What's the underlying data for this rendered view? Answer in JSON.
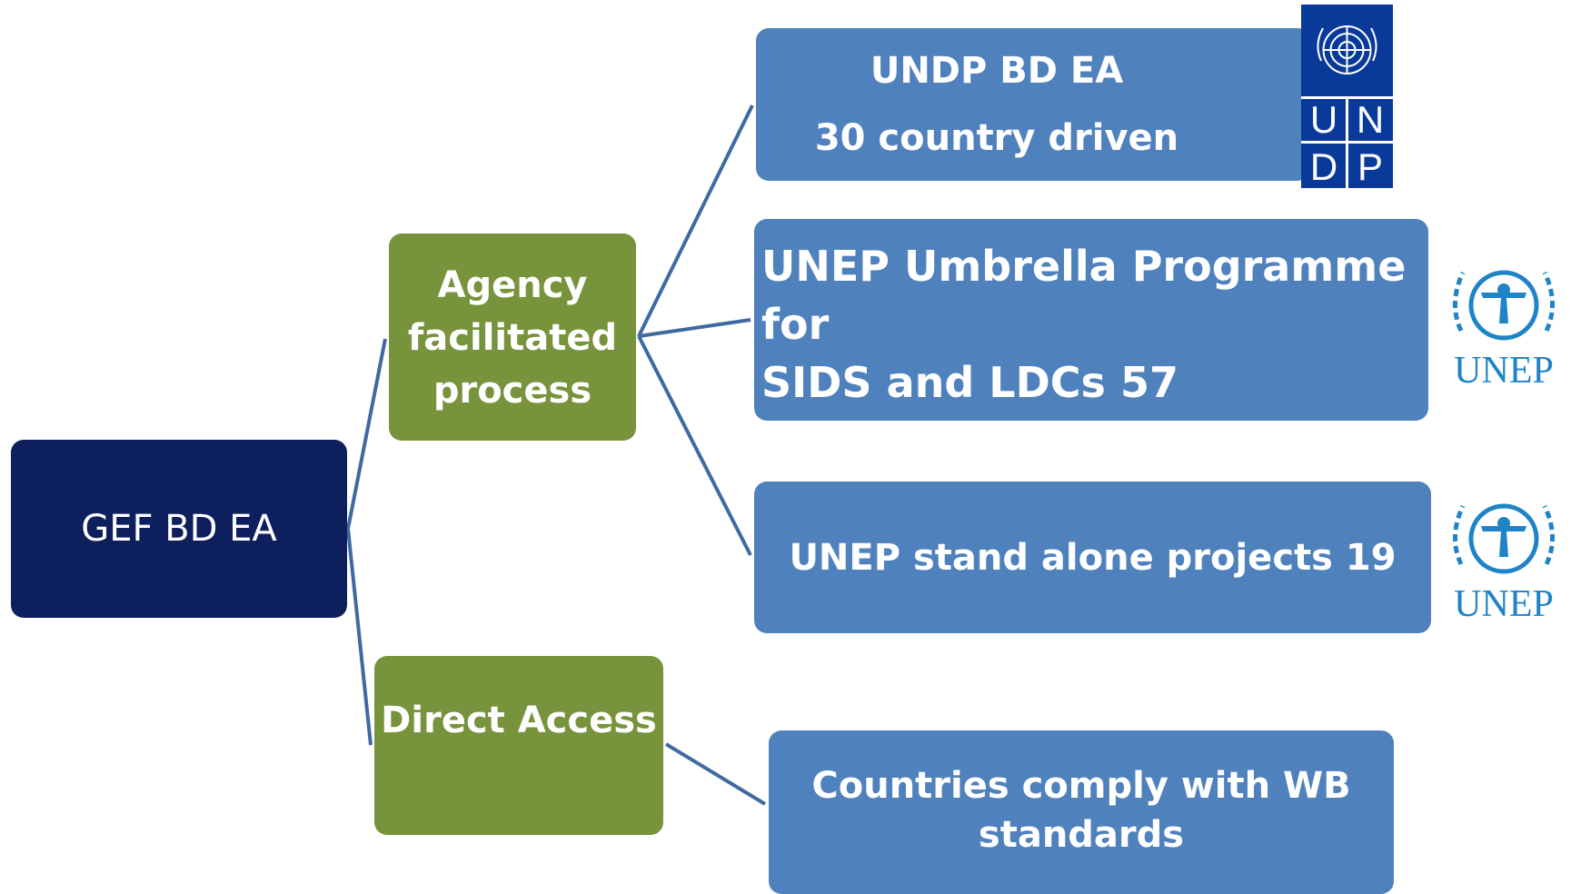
{
  "root": {
    "label": "GEF BD EA"
  },
  "agency": {
    "lines": [
      "Agency",
      "facilitated",
      "process"
    ]
  },
  "direct": {
    "label": "Direct Access"
  },
  "undp": {
    "line1": "UNDP BD EA",
    "line2": "30 country driven",
    "logo_letters": [
      "U",
      "N",
      "D",
      "P"
    ]
  },
  "umbrella": {
    "line1": "UNEP Umbrella Programme  for",
    "line2": "SIDS and LDCs  57"
  },
  "standalone": {
    "label": "UNEP stand alone  projects 19"
  },
  "wb": {
    "line1": "Countries comply with WB",
    "line2": "standards"
  },
  "unep_logo": {
    "text": "UNEP"
  },
  "colors": {
    "root": "#0d1f5c",
    "green": "#77933c",
    "blue": "#4f81bd",
    "line": "#3f6aa1",
    "undp_blue": "#0a3a99",
    "unep_blue": "#1f84c6"
  }
}
